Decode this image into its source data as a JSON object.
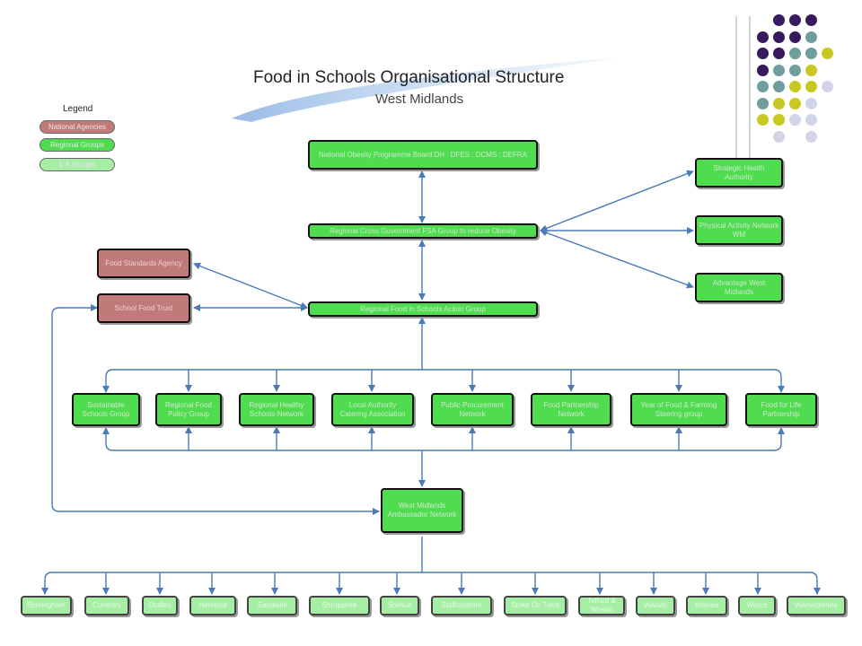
{
  "header": {
    "title": "Food in Schools Organisational Structure",
    "subtitle": "West Midlands"
  },
  "legend": {
    "title": "Legend",
    "items": [
      {
        "label": "National Agencies",
        "color": "#c07a7a"
      },
      {
        "label": "Regional Groups",
        "color": "#4fdc4f"
      },
      {
        "label": "L.A Groups",
        "color": "#a6eea6"
      }
    ]
  },
  "colors": {
    "connector": "#4a7ab8",
    "dot_purple": "#3a1a5e",
    "dot_teal": "#6e9e9e",
    "dot_olive": "#c8c820",
    "dot_lavender": "#d4d4e8"
  },
  "nodes": {
    "national_board": "National Obesity Programme Board DH : DFES : DCMS : DEFRA",
    "cross_gov": "Regional Cross Government FSA Group to reduce Obesity",
    "action_group": "Regional Food in Schools Action Group",
    "fsa": "Food Standards Agency",
    "sft": "School Food Trust",
    "sha": "Strategic Health Authority",
    "pan": "Physical Activity Network WM",
    "awm": "Advantage West Midlands",
    "ambassador": "West Midlands Ambassador Network"
  },
  "regional_groups": [
    "Sustainable Schools Group",
    "Regional Food Policy Group",
    "Regional Healthy Schools Network",
    "Local Authority Catering Association",
    "Public Procurement Network",
    "Food Partnership Network",
    "Year of Food & Farming Steering group",
    "Food for Life Partnership"
  ],
  "la_groups": [
    "Birmingham",
    "Coventry",
    "Dudley",
    "Hereford",
    "Sandwell",
    "Shropshire",
    "Solihull",
    "Staffordshire",
    "Stoke On Trent",
    "Telford & Wrekin",
    "Walsall",
    "Wolves",
    "Worcs",
    "Warwickshire"
  ]
}
